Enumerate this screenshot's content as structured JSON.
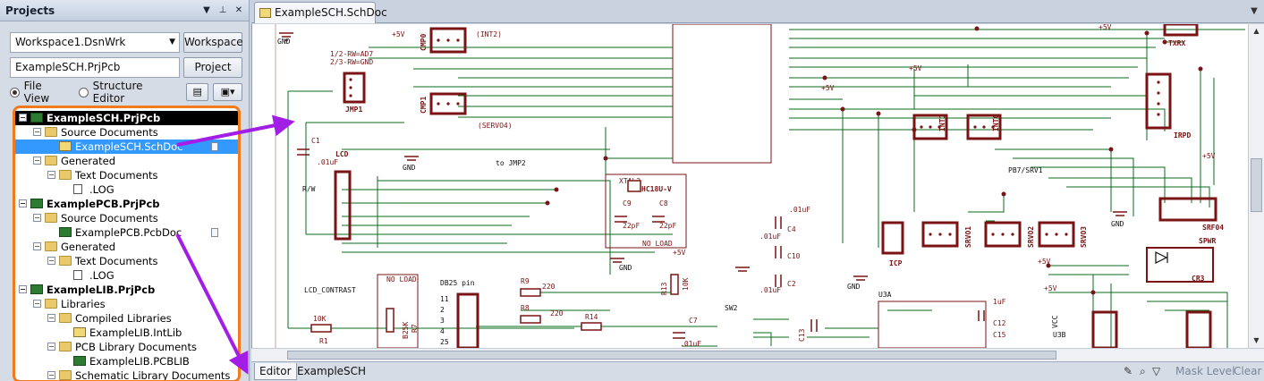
{
  "panel": {
    "title": "Projects",
    "workspace_value": "Workspace1.DsnWrk",
    "workspace_button": "Workspace",
    "project_value": "ExampleSCH.PrjPcb",
    "project_button": "Project",
    "view_file": "File View",
    "view_structure": "Structure Editor"
  },
  "tree": [
    {
      "label": "ExampleSCH.PrjPcb",
      "level": 0,
      "type": "project",
      "exp": "−",
      "style": "selected-black"
    },
    {
      "label": "Source Documents",
      "level": 1,
      "type": "folder",
      "exp": "−"
    },
    {
      "label": "ExampleSCH.SchDoc",
      "level": 2,
      "type": "schdoc",
      "style": "selected-blue",
      "mark": true
    },
    {
      "label": "Generated",
      "level": 1,
      "type": "folder",
      "exp": "−"
    },
    {
      "label": "Text Documents",
      "level": 2,
      "type": "folder",
      "exp": "−"
    },
    {
      "label": ".LOG",
      "level": 3,
      "type": "doc"
    },
    {
      "label": "ExamplePCB.PrjPcb",
      "level": 0,
      "type": "project",
      "exp": "−",
      "style": "bold"
    },
    {
      "label": "Source Documents",
      "level": 1,
      "type": "folder",
      "exp": "−"
    },
    {
      "label": "ExamplePCB.PcbDoc",
      "level": 2,
      "type": "pcbdoc",
      "mark": true
    },
    {
      "label": "Generated",
      "level": 1,
      "type": "folder",
      "exp": "−"
    },
    {
      "label": "Text Documents",
      "level": 2,
      "type": "folder",
      "exp": "−"
    },
    {
      "label": ".LOG",
      "level": 3,
      "type": "doc"
    },
    {
      "label": "ExampleLIB.PrjPcb",
      "level": 0,
      "type": "project",
      "exp": "−",
      "style": "bold"
    },
    {
      "label": "Libraries",
      "level": 1,
      "type": "folder",
      "exp": "−"
    },
    {
      "label": "Compiled Libraries",
      "level": 2,
      "type": "folder",
      "exp": "−"
    },
    {
      "label": "ExampleLIB.IntLib",
      "level": 3,
      "type": "intlib"
    },
    {
      "label": "PCB Library Documents",
      "level": 2,
      "type": "folder",
      "exp": "−"
    },
    {
      "label": "ExampleLIB.PCBLIB",
      "level": 3,
      "type": "pcblib"
    },
    {
      "label": "Schematic Library Documents",
      "level": 2,
      "type": "folder",
      "exp": "−"
    }
  ],
  "document_tab": "ExampleSCH.SchDoc",
  "status": {
    "editor_tab": "Editor",
    "sheet_tab": "ExampleSCH",
    "mask_level": "Mask Level",
    "clear": "Clear"
  },
  "schematic": {
    "components": [
      {
        "ref": "JMP1"
      },
      {
        "ref": "CMP0"
      },
      {
        "ref": "CMP1"
      },
      {
        "ref": "LCD"
      },
      {
        "ref": "INT1"
      },
      {
        "ref": "INT0"
      },
      {
        "ref": "IRPD"
      },
      {
        "ref": "TXRX"
      },
      {
        "ref": "SRF04"
      },
      {
        "ref": "SRVO1"
      },
      {
        "ref": "SRVO2"
      },
      {
        "ref": "SRVO3"
      },
      {
        "ref": "ICP"
      },
      {
        "ref": "U3A"
      },
      {
        "ref": "U3B"
      },
      {
        "ref": "CR3"
      },
      {
        "ref": "SPWR"
      },
      {
        "ref": "SW2"
      }
    ],
    "labels": {
      "gnd": "GND",
      "vcc5": "+5V",
      "c1": "C1",
      "c1v": ".01uF",
      "jmp_note1": "1/2-RW=AD7",
      "jmp_note2": "2/3-RW=GND",
      "int2": "(INT2)",
      "servo4": "(SERVO4)",
      "tojmp2": "to JMP2",
      "xtal": "XTAL2",
      "hc": "HC18U-V",
      "c9": "C9",
      "c8": "C8",
      "c9v": "22pF",
      "c8v": "22pF",
      "noload": "NO LOAD",
      "c4": "C4",
      "c10": "C10",
      "c2": "C2",
      "c01": ".01uF",
      "r9": "R9",
      "r9v": "220",
      "r8": "R8",
      "r8v": "220",
      "r14": "R14",
      "r13": "R13",
      "r13v": "10K",
      "r1": "R1",
      "r1v": "10K",
      "r7": "R7",
      "r7v": "B25K",
      "db25": "DB25 pin",
      "c7": "C7",
      "c7v": ".01uF",
      "c13": "C13",
      "c12": "C12",
      "c12v": "1uF",
      "c15": "C15",
      "noload2": "NO LOAD",
      "lcdcontrast": "LCD_CONTRAST",
      "rw": "R/W",
      "vcc": "VCC",
      "pb7": "PB7/SRV1",
      "pins": [
        "11",
        "2",
        "3",
        "4",
        "25"
      ]
    }
  }
}
